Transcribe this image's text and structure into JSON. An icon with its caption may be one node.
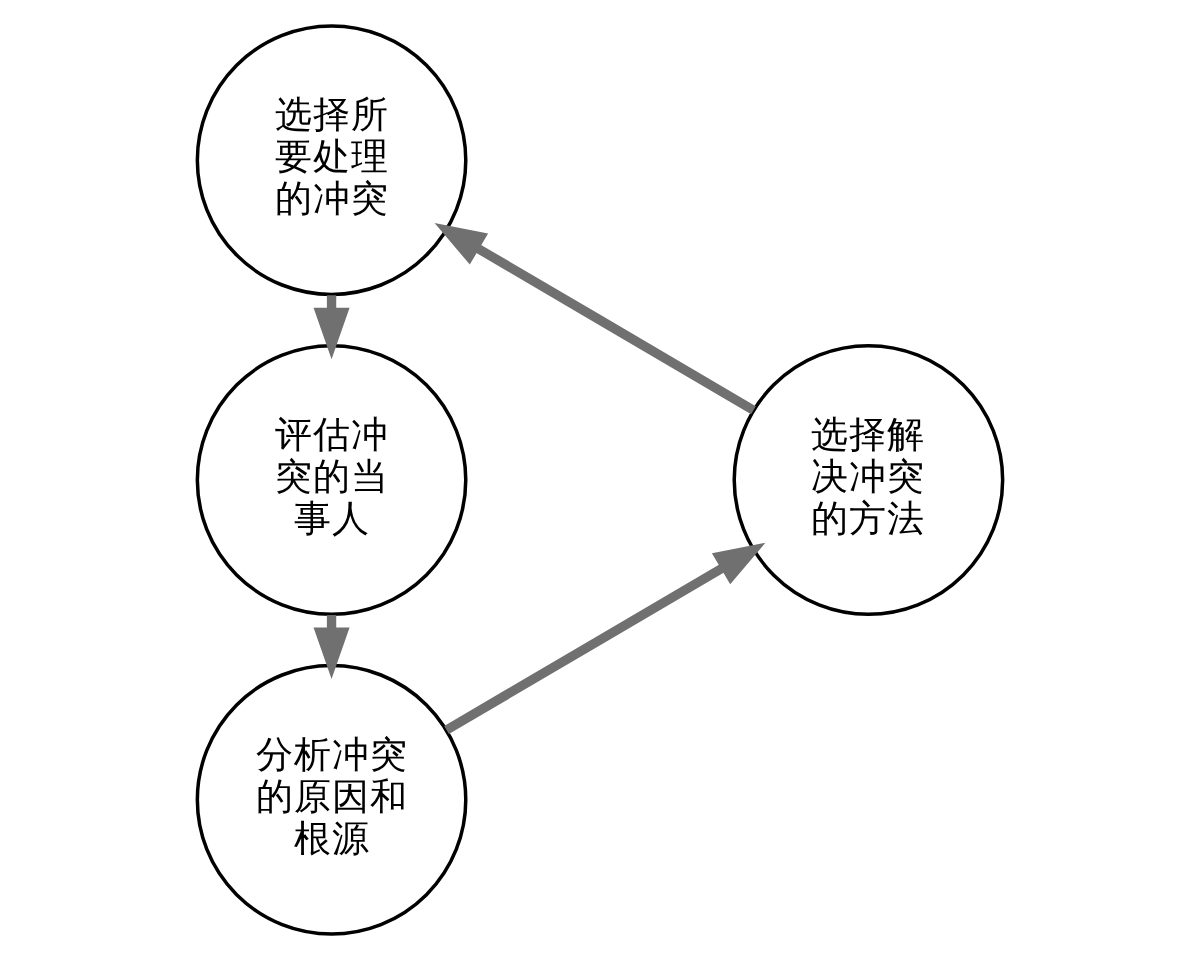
{
  "diagram": {
    "nodes": [
      {
        "text": [
          "选择所要处理的冲突"
        ]
      },
      {
        "text": [
          "选择解决冲突的方法"
        ]
      },
      {
        "text": [
          "评估冲突的当事人"
        ]
      },
      {
        "text": [
          "分析冲突的原因和根源"
        ]
      }
    ],
    "edges": [
      {
        "from": 0,
        "to": 2,
        "arrow": "to"
      },
      {
        "from": 2,
        "to": 3,
        "arrow": "to"
      },
      {
        "from": 3,
        "to": 1,
        "arrow": "to"
      },
      {
        "from": 1,
        "to": 0,
        "arrow": "to"
      }
    ]
  }
}
